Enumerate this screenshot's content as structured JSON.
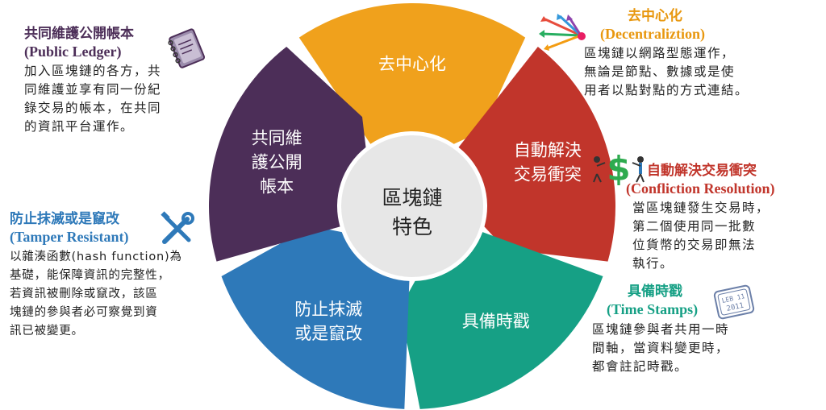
{
  "center": {
    "line1": "區塊鏈",
    "line2": "特色"
  },
  "segments": [
    {
      "id": "decentralization",
      "lines": [
        "去中心化"
      ],
      "color": "#F0A11C"
    },
    {
      "id": "conflict",
      "lines": [
        "自動解決",
        "交易衝突"
      ],
      "color": "#C1352B"
    },
    {
      "id": "timestamp",
      "lines": [
        "具備時戳"
      ],
      "color": "#16A085"
    },
    {
      "id": "tamper",
      "lines": [
        "防止抹滅",
        "或是竄改"
      ],
      "color": "#2E79B9"
    },
    {
      "id": "ledger",
      "lines": [
        "共同維",
        "護公開",
        "帳本"
      ],
      "color": "#4C2E58"
    }
  ],
  "notes": {
    "ledger": {
      "title": "共同維護公開帳本",
      "subtitle": "(Public Ledger)",
      "color": "#4C2E58",
      "body": [
        "加入區塊鏈的各方，共",
        "同維護並享有同一份紀",
        "錄交易的帳本，在共同",
        "的資訊平台運作。"
      ]
    },
    "decentralization": {
      "title": "去中心化",
      "subtitle": "(Decentraliztion)",
      "color": "#E8970E",
      "body": [
        "區塊鏈以網路型態運作，",
        "無論是節點、數據或是使",
        "用者以點對點的方式連結。"
      ]
    },
    "conflict": {
      "title": "自動解決交易衝突",
      "subtitle": "(Confliction Resolution)",
      "color": "#C1352B",
      "body": [
        "當區塊鏈發生交易時，",
        "第二個使用同一批數",
        "位貨幣的交易即無法",
        "執行。"
      ]
    },
    "tamper": {
      "title": "防止抹滅或是竄改",
      "subtitle": "(Tamper Resistant)",
      "color": "#2E79B9",
      "body": [
        "以雜湊函數(hash function)為",
        "基礎，能保障資訊的完整性，",
        "若資訊被刪除或竄改，該區",
        "塊鏈的參與者必可察覺到資",
        "訊已被變更。"
      ]
    },
    "timestamp": {
      "title": "具備時戳",
      "subtitle": "(Time Stamps)",
      "color": "#16A085",
      "body": [
        "區塊鏈參與者共用一時",
        "間軸，當資料變更時，",
        "都會註記時戳。"
      ]
    }
  },
  "stamp": {
    "line1": "LEB 11",
    "line2": "2011"
  },
  "icons": [
    "notebook-icon",
    "arrows-icon",
    "dollar-people-icon",
    "tools-icon",
    "stamp-icon"
  ]
}
